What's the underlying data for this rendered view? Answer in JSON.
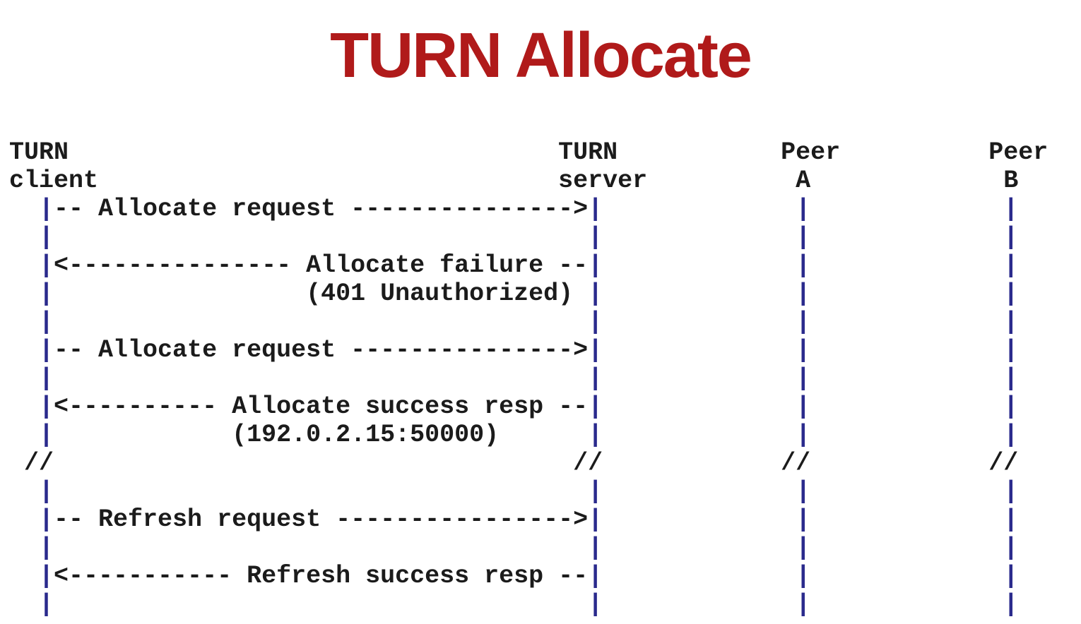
{
  "title": {
    "text": "TURN Allocate",
    "color": "#b01a1a"
  },
  "diagram": {
    "text_color": "#1b1b1b",
    "lifeline_color": "#2a2a8c",
    "actors": [
      "TURN client",
      "TURN server",
      "Peer A",
      "Peer B"
    ],
    "messages": [
      "Allocate request",
      "Allocate failure (401 Unauthorized)",
      "Allocate request",
      "Allocate success resp (192.0.2.15:50000)",
      "Refresh request",
      "Refresh success resp"
    ],
    "lines": [
      "TURN                                 TURN           Peer          Peer",
      "client                               server          A             B",
      "  |-- Allocate request --------------->|             |             |",
      "  |                                    |             |             |",
      "  |<--------------- Allocate failure --|             |             |",
      "  |                 (401 Unauthorized) |             |             |",
      "  |                                    |             |             |",
      "  |-- Allocate request --------------->|             |             |",
      "  |                                    |             |             |",
      "  |<---------- Allocate success resp --|             |             |",
      "  |            (192.0.2.15:50000)      |             |             |",
      " //                                   //            //            //",
      "  |                                    |             |             |",
      "  |-- Refresh request ---------------->|             |             |",
      "  |                                    |             |             |",
      "  |<----------- Refresh success resp --|             |             |",
      "  |                                    |             |             |"
    ]
  }
}
